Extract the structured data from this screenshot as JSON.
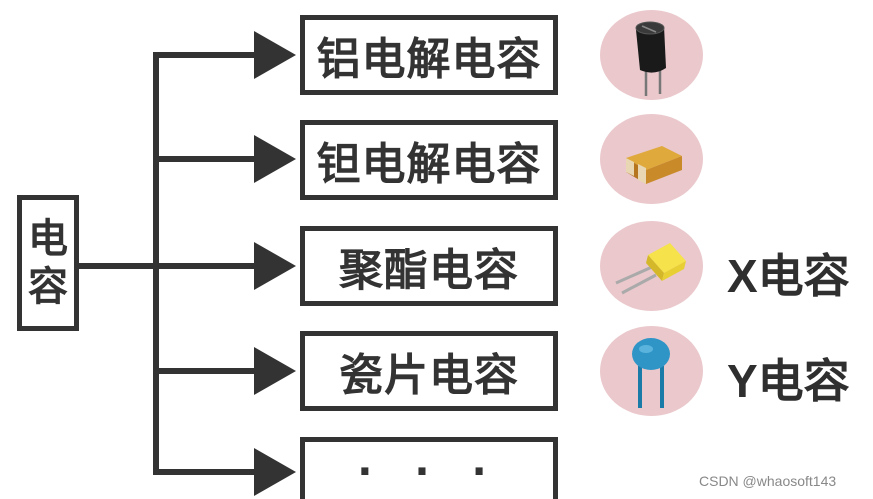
{
  "root": {
    "char_1": "电",
    "char_2": "容"
  },
  "categories": [
    {
      "label": "铝电解电容",
      "icon": "aluminum-electrolytic-capacitor-icon",
      "side_label": ""
    },
    {
      "label": "钽电解电容",
      "icon": "tantalum-capacitor-icon",
      "side_label": ""
    },
    {
      "label": "聚酯电容",
      "icon": "polyester-capacitor-icon",
      "side_label": "X电容"
    },
    {
      "label": "瓷片电容",
      "icon": "ceramic-capacitor-icon",
      "side_label": "Y电容"
    },
    {
      "label": "· · ·",
      "icon": "",
      "side_label": ""
    }
  ],
  "colors": {
    "line": "#333333",
    "icon_bg": "#eac8cc"
  },
  "watermark": "CSDN @whaosoft143"
}
